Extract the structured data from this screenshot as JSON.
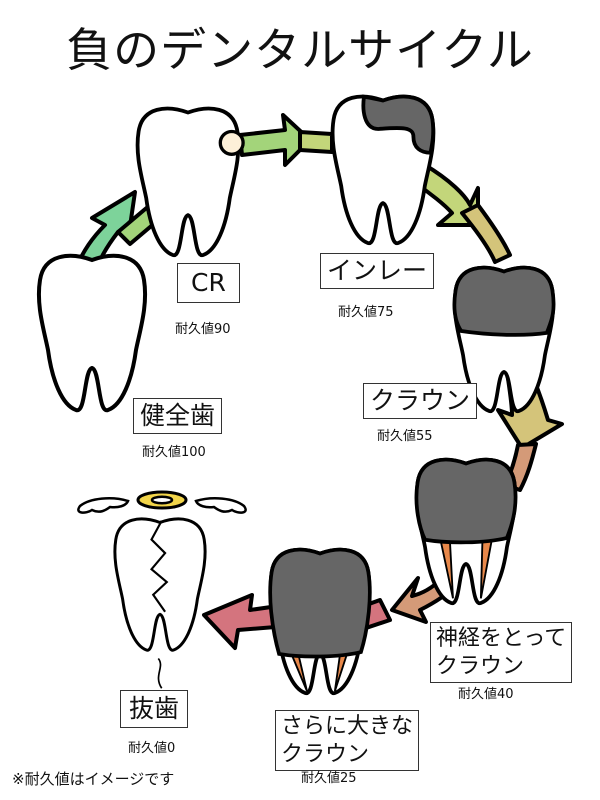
{
  "title": "負のデンタルサイクル",
  "stages": [
    {
      "id": "healthy",
      "label": "健全歯",
      "durability_text": "耐久値100",
      "durability": 100
    },
    {
      "id": "cr",
      "label": "CR",
      "durability_text": "耐久値90",
      "durability": 90
    },
    {
      "id": "inlay",
      "label": "インレー",
      "durability_text": "耐久値75",
      "durability": 75
    },
    {
      "id": "crown",
      "label": "クラウン",
      "durability_text": "耐久値55",
      "durability": 55
    },
    {
      "id": "root-canal-crown",
      "label": "神経をとって\nクラウン",
      "durability_text": "耐久値40",
      "durability": 40
    },
    {
      "id": "bigger-crown",
      "label": "さらに大きな\nクラウン",
      "durability_text": "耐久値25",
      "durability": 25
    },
    {
      "id": "extraction",
      "label": "抜歯",
      "durability_text": "耐久値0",
      "durability": 0
    }
  ],
  "note": "※耐久値はイメージです",
  "colors": {
    "arrow_healthy": "#7dd39a",
    "arrow_cr": "#a3d47a",
    "arrow_inlay": "#c3d67a",
    "arrow_crown": "#d4c47a",
    "arrow_rootcanal": "#d49a78",
    "arrow_extract": "#d4747e",
    "metal": "#666666",
    "resin": "#fdf0d8",
    "nerve": "#e8884a",
    "halo": "#f2d54a"
  }
}
